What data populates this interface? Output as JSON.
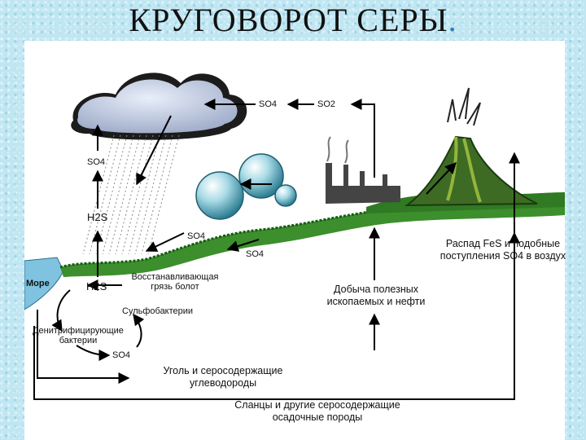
{
  "title": "КРУГОВОРОТ СЕРЫ",
  "title_dot": ".",
  "labels": {
    "cloud_so4": "SO4",
    "so2": "SO2",
    "left_so4": "SO4",
    "left_h2s": "H2S",
    "slope_so4_upper": "SO4",
    "slope_so4_lower": "SO4",
    "sea": "Море",
    "bottom_h2s": "H2S",
    "reducing_mud": "Восстанавливающая грязь болот",
    "sulfobacteria": "Сульфобактерии",
    "denitrifying": "Денитрифицирующие бактерии",
    "bottom_so4": "SO4",
    "mining": "Добыча полезных ископаемых и нефти",
    "decay": "Распад FeS и подобные поступления SO4 в воздух",
    "coal": "Уголь и серосодержащие углеводороды",
    "shale": "Сланцы и другие серосодержащие осадочные породы"
  },
  "colors": {
    "background": "#bfe6f2",
    "panel": "#ffffff",
    "vegetation": "#3c8f2c",
    "sea": "#7fc3e0",
    "volcano": "#3d6b24",
    "cloud": "#c9d3e8"
  }
}
